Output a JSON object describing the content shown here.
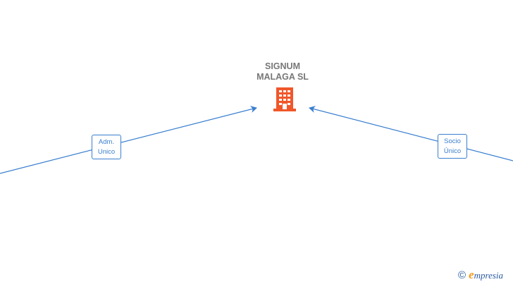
{
  "company": {
    "name_line1": "SIGNUM",
    "name_line2": "MALAGA  SL",
    "icon": "building-icon",
    "icon_color": "#f0572a"
  },
  "relations": [
    {
      "label_line1": "Adm.",
      "label_line2": "Unico"
    },
    {
      "label_line1": "Socio",
      "label_line2": "Único"
    }
  ],
  "edge_color": "#3a7fcf",
  "brand": {
    "copyright": "©",
    "initial": "e",
    "rest": "mpresia"
  }
}
